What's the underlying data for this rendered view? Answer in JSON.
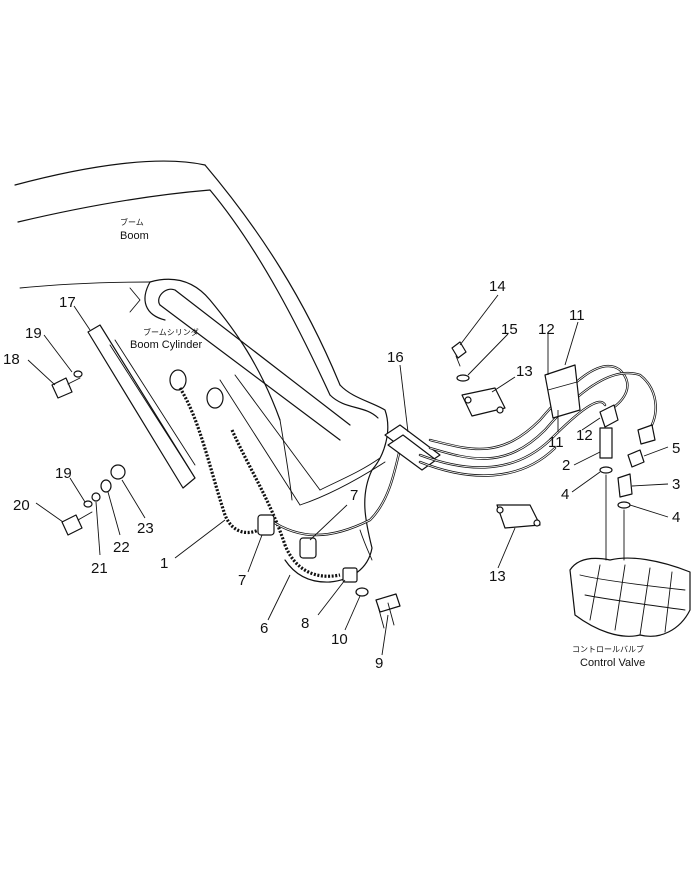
{
  "labels": {
    "boom_jp": "ブーム",
    "boom_en": "Boom",
    "boom_cyl_jp": "ブームシリンダ",
    "boom_cyl_en": "Boom Cylinder",
    "cv_jp": "コントロールバルブ",
    "cv_en": "Control Valve"
  },
  "callouts": {
    "c1": "1",
    "c2": "2",
    "c3": "3",
    "c4a": "4",
    "c4b": "4",
    "c5": "5",
    "c6": "6",
    "c7a": "7",
    "c7b": "7",
    "c8": "8",
    "c9": "9",
    "c10": "10",
    "c11a": "11",
    "c11b": "11",
    "c12a": "12",
    "c12b": "12",
    "c13a": "13",
    "c13b": "13",
    "c14": "14",
    "c15": "15",
    "c16": "16",
    "c17": "17",
    "c18": "18",
    "c19a": "19",
    "c19b": "19",
    "c20": "20",
    "c21": "21",
    "c22": "22",
    "c23": "23"
  }
}
